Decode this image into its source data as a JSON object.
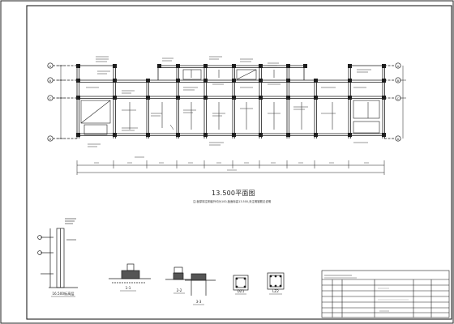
{
  "drawing": {
    "plan_title": "13.500平面图",
    "plan_note": "注:板厚除注明者外均为100,板面标高13.500,未注明钢筋见说明",
    "section_labels": [
      "1-1",
      "2-2",
      "3-3",
      "DZ1",
      "LZ2"
    ],
    "elevation_label": "16.500标高层",
    "grid_rows": [
      "A",
      "B",
      "C",
      "D"
    ]
  },
  "colors": {
    "line": "#1e1e1e",
    "hatch": "#555555",
    "paper": "#ffffff"
  }
}
